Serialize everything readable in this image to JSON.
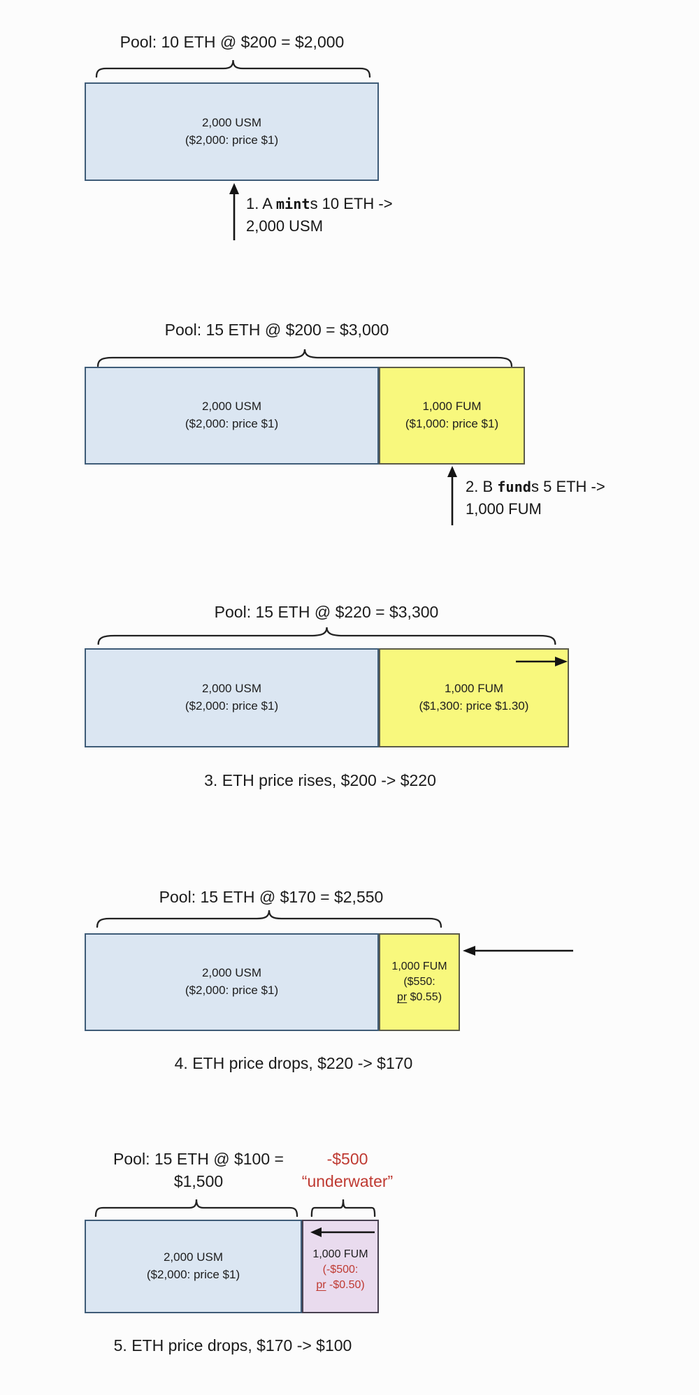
{
  "diagram": {
    "colors": {
      "usm_fill": "#dbe6f2",
      "usm_border": "#3f5c78",
      "fum_fill": "#f8f87d",
      "fum_border": "#5c5c49",
      "underwater_fill": "#e9dbee",
      "underwater_border": "#474050",
      "negative_red": "#bf3a32",
      "ink": "#1d1d1d"
    },
    "panels": [
      {
        "title": "Pool: 10 ETH @ $200 = $2,000",
        "usm_line1": "2,000 USM",
        "usm_line2": "($2,000: price $1)",
        "step_prefix": "1. A ",
        "step_keyword": "mint",
        "step_suffix": "s 10 ETH ->",
        "step_line2": "2,000 USM"
      },
      {
        "title": "Pool: 15 ETH @ $200 = $3,000",
        "usm_line1": "2,000 USM",
        "usm_line2": "($2,000: price $1)",
        "fum_line1": "1,000 FUM",
        "fum_line2": "($1,000: price $1)",
        "step_prefix": "2. B ",
        "step_keyword": "fund",
        "step_suffix": "s 5 ETH ->",
        "step_line2": "1,000 FUM"
      },
      {
        "title": "Pool: 15 ETH @ $220 = $3,300",
        "usm_line1": "2,000 USM",
        "usm_line2": "($2,000: price $1)",
        "fum_line1": "1,000 FUM",
        "fum_line2": "($1,300: price $1.30)",
        "caption": "3. ETH price rises, $200 -> $220"
      },
      {
        "title": "Pool: 15 ETH @ $170 = $2,550",
        "usm_line1": "2,000 USM",
        "usm_line2": "($2,000: price $1)",
        "fum_line1": "1,000 FUM",
        "fum_line2": "($550:",
        "fum_line3_underlined": "pr",
        "fum_line3_rest": " $0.55)",
        "caption": "4. ETH price drops, $220 -> $170"
      },
      {
        "title_line1": "Pool: 15 ETH @ $100 =",
        "title_line2": "$1,500",
        "underwater_line1": "-$500",
        "underwater_line2": "“underwater”",
        "usm_line1": "2,000 USM",
        "usm_line2": "($2,000: price $1)",
        "fum_line1": "1,000 FUM",
        "fum_line2": "(-$500:",
        "fum_line3_underlined": "pr",
        "fum_line3_rest": " -$0.50)",
        "caption": "5. ETH price drops, $170 -> $100"
      }
    ]
  }
}
